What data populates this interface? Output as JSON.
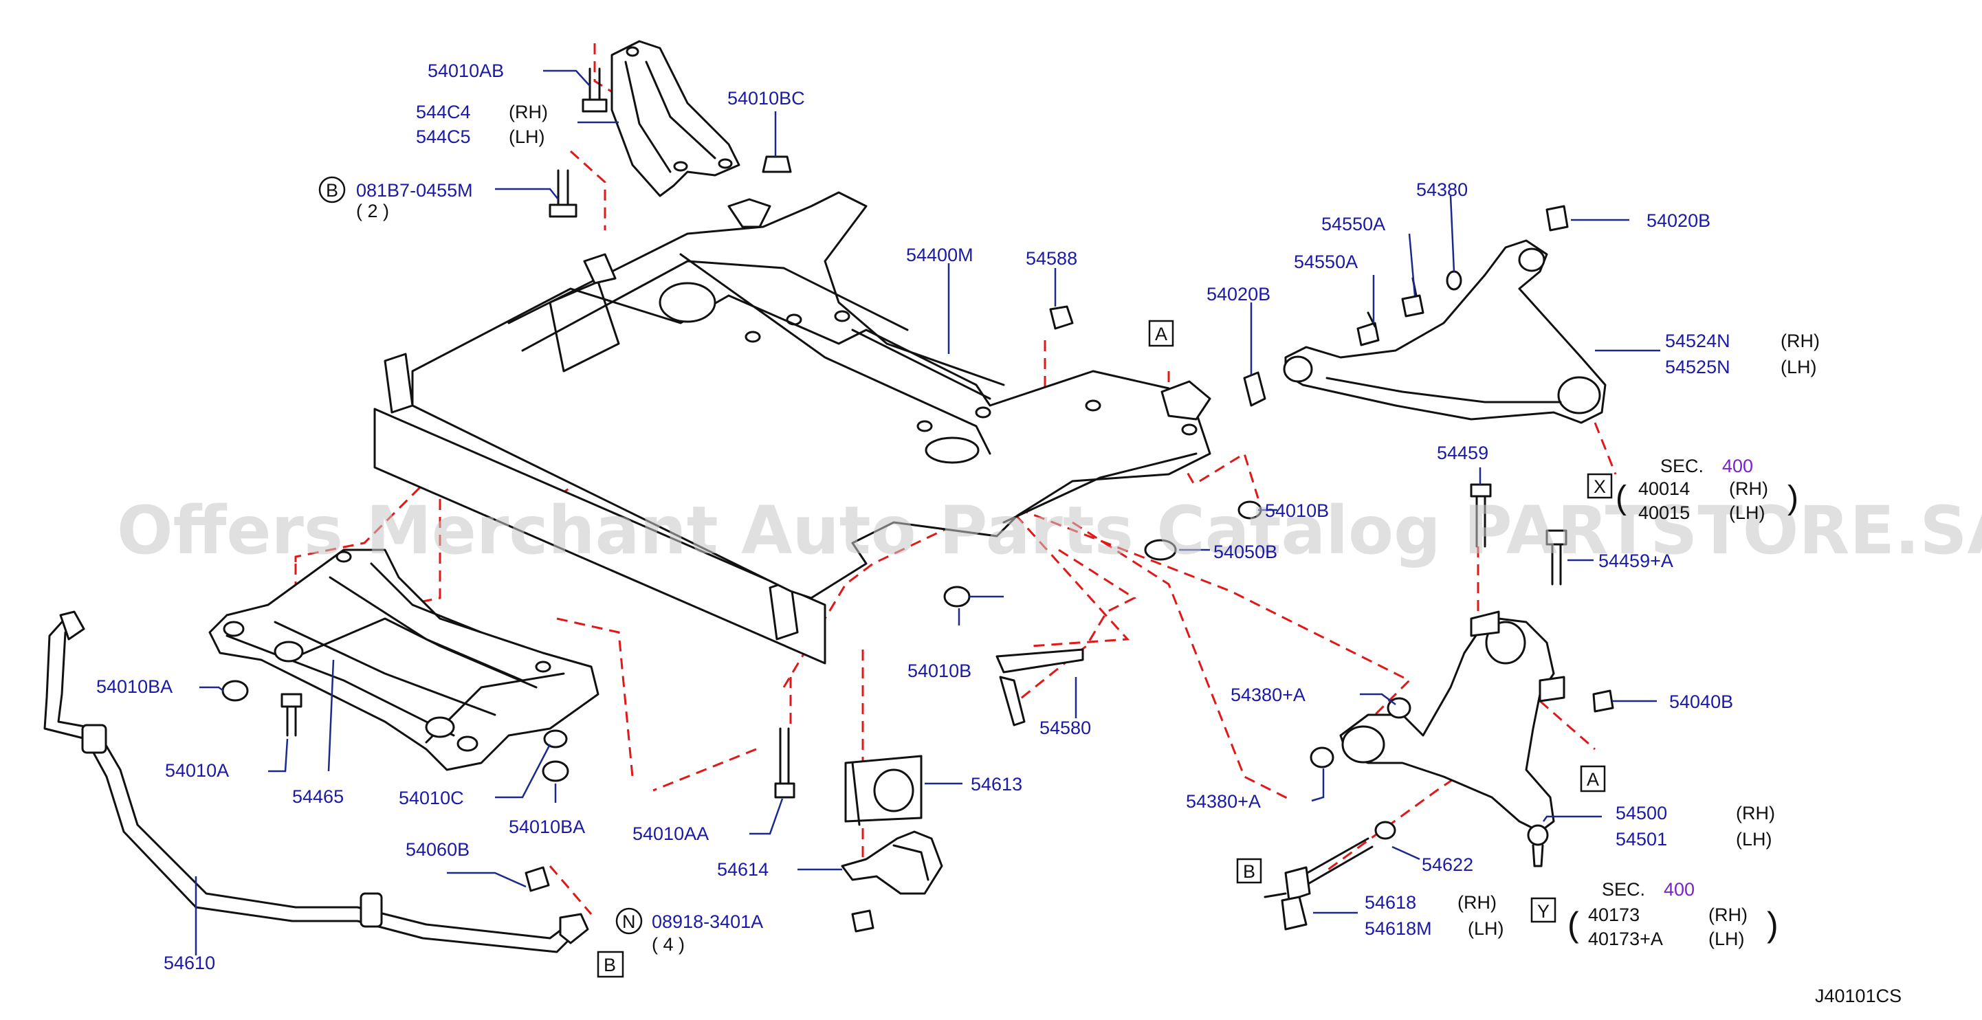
{
  "diagram_code": "J40101CS",
  "watermark": "Offers Merchant Auto Parts Catalog PARTSTORE.SA",
  "colors": {
    "part_number": "#1a1aa6",
    "section_ref": "#7a22cc",
    "assembly_line": "#e01818",
    "drawing": "#111111"
  },
  "labels": {
    "p54010AB": "54010AB",
    "p544C4": "544C4",
    "p544C5": "544C5",
    "rh": "(RH)",
    "lh": "(LH)",
    "p54010BC": "54010BC",
    "circleB": "B",
    "p081B7": "081B7-0455M",
    "qty2": "( 2 )",
    "p54400M": "54400M",
    "p54588": "54588",
    "p54380": "54380",
    "p54550A_1": "54550A",
    "p54550A_2": "54550A",
    "p54020B_1": "54020B",
    "p54020B_2": "54020B",
    "p54524N": "54524N",
    "p54525N": "54525N",
    "boxA": "A",
    "p54459": "54459",
    "sec": "SEC.",
    "sec400": "400",
    "p40014": "40014",
    "p40015": "40015",
    "boxX": "X",
    "p54010B_r": "54010B",
    "p54050B": "54050B",
    "p54459A": "54459+A",
    "p54010BA_l": "54010BA",
    "p54010A": "54010A",
    "p54465": "54465",
    "p54010C": "54010C",
    "p54010BA_r": "54010BA",
    "p54010B_m": "54010B",
    "p54580": "54580",
    "p54380A_1": "54380+A",
    "p54380A_2": "54380+A",
    "p54040B": "54040B",
    "p54010AA": "54010AA",
    "p54613": "54613",
    "p54614": "54614",
    "p54060B": "54060B",
    "circleN": "N",
    "p08918": "08918-3401A",
    "qty4": "( 4 )",
    "p54610": "54610",
    "p54500": "54500",
    "p54501": "54501",
    "p54622": "54622",
    "p54618": "54618",
    "p54618M": "54618M",
    "boxY": "Y",
    "p40173": "40173",
    "p40173A": "40173+A",
    "sec400b": "400"
  }
}
